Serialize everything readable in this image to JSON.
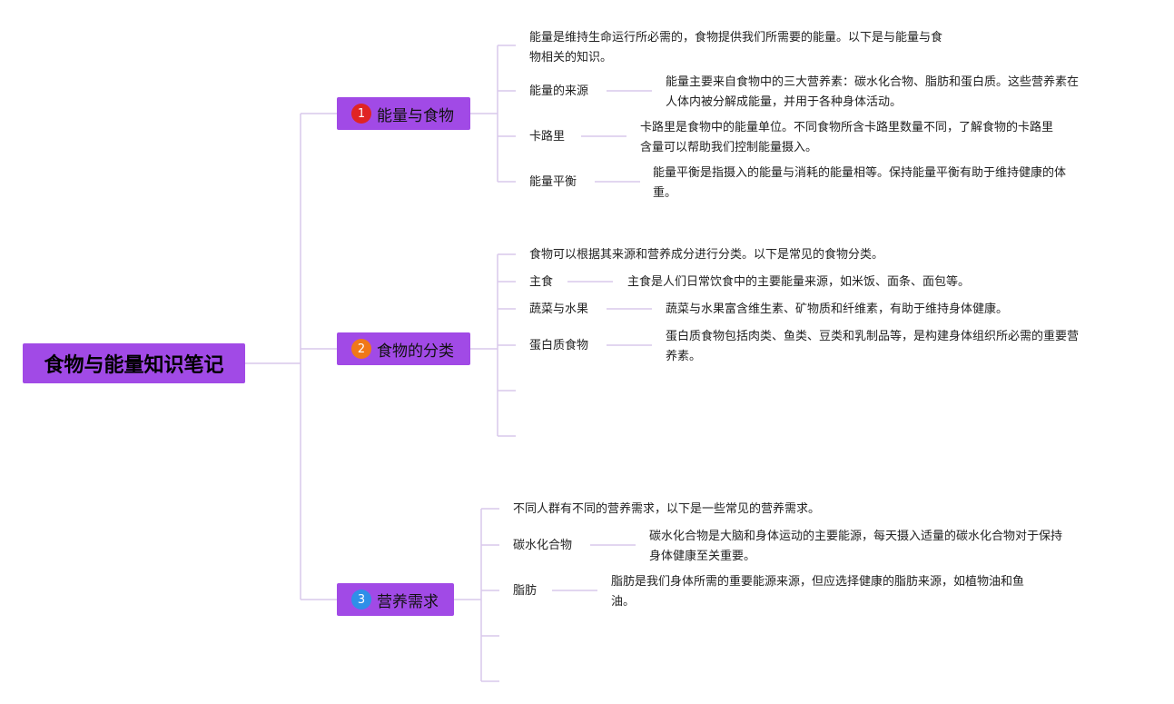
{
  "root": {
    "title": "食物与能量知识笔记"
  },
  "branches": [
    {
      "label": "能量与食物",
      "badge": {
        "number": "1",
        "color": "#e02424"
      },
      "intro": {
        "line1": "能量是维持生命运行所必需的，食物提供我们所需要的能量。以下是与能量与食",
        "line2": "物相关的知识。"
      },
      "topics": [
        {
          "label": "能量的来源",
          "line1": "能量主要来自食物中的三大营养素：碳水化合物、脂肪和蛋白质。这些营养素在",
          "line2": "人体内被分解成能量，并用于各种身体活动。"
        },
        {
          "label": "卡路里",
          "line1": "卡路里是食物中的能量单位。不同食物所含卡路里数量不同，了解食物的卡路里",
          "line2": "含量可以帮助我们控制能量摄入。"
        },
        {
          "label": "能量平衡",
          "line1": "能量平衡是指摄入的能量与消耗的能量相等。保持能量平衡有助于维持健康的体",
          "line2": "重。"
        }
      ]
    },
    {
      "label": "食物的分类",
      "badge": {
        "number": "2",
        "color": "#f07818"
      },
      "intro": {
        "line1": "食物可以根据其来源和营养成分进行分类。以下是常见的食物分类。"
      },
      "topics": [
        {
          "label": "主食",
          "line1": "主食是人们日常饮食中的主要能量来源，如米饭、面条、面包等。"
        },
        {
          "label": "蔬菜与水果",
          "line1": "蔬菜与水果富含维生素、矿物质和纤维素，有助于维持身体健康。"
        },
        {
          "label": "蛋白质食物",
          "line1": "蛋白质食物包括肉类、鱼类、豆类和乳制品等，是构建身体组织所必需的重要营",
          "line2": "养素。"
        }
      ]
    },
    {
      "label": "营养需求",
      "badge": {
        "number": "3",
        "color": "#2f8fe8"
      },
      "intro": {
        "line1": "不同人群有不同的营养需求，以下是一些常见的营养需求。"
      },
      "topics": [
        {
          "label": "碳水化合物",
          "line1": "碳水化合物是大脑和身体运动的主要能源，每天摄入适量的碳水化合物对于保持",
          "line2": "身体健康至关重要。"
        },
        {
          "label": "脂肪",
          "line1": "脂肪是我们身体所需的重要能源来源，但应选择健康的脂肪来源，如植物油和鱼",
          "line2": "油。"
        }
      ]
    }
  ],
  "colors": {
    "node": "#a14ae6",
    "line": "#d9c8ec"
  }
}
